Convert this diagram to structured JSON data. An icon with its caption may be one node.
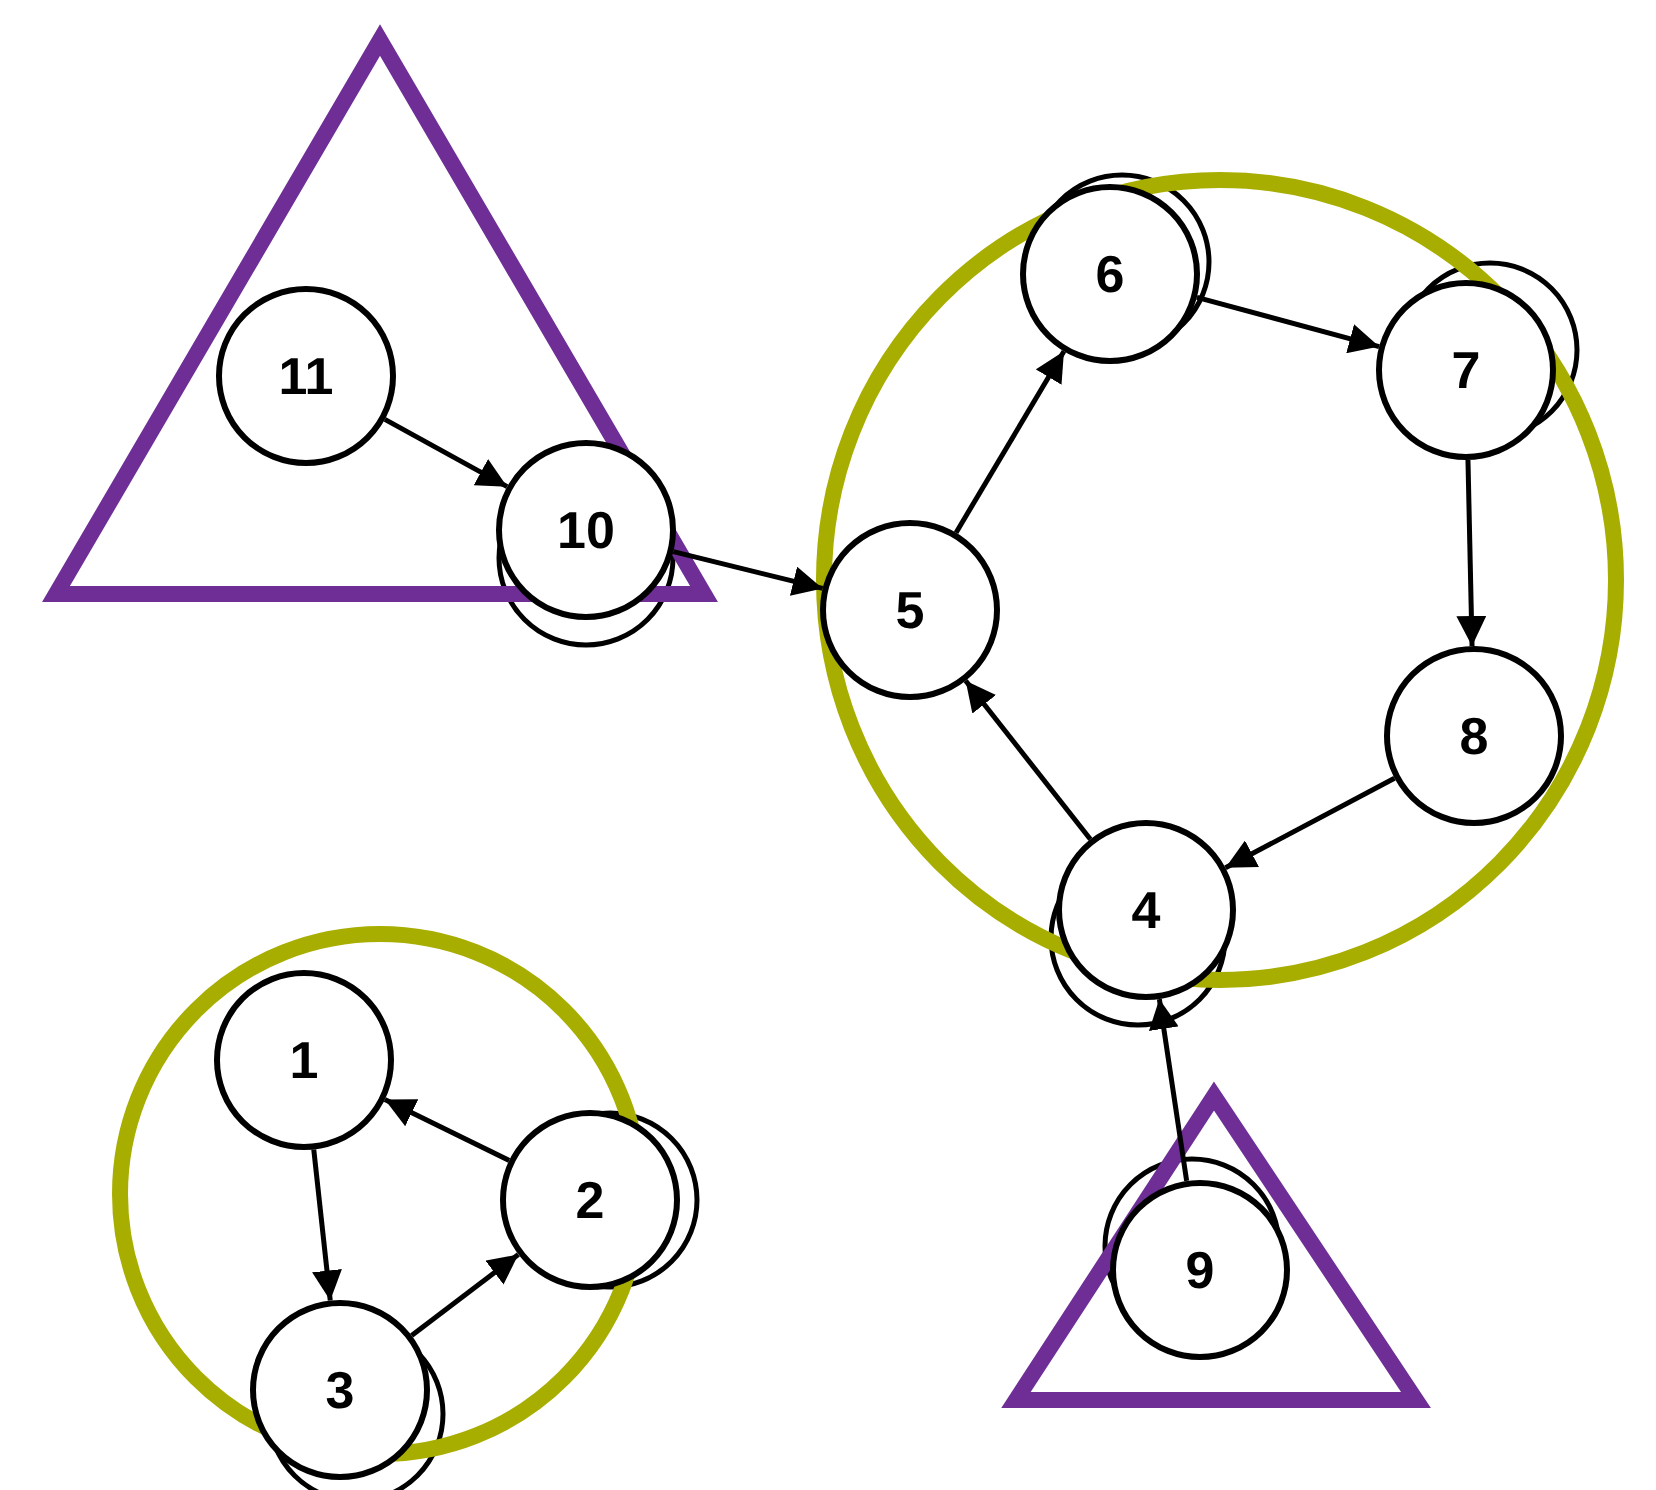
{
  "diagram": {
    "nodes": [
      {
        "text": [],
        "shape": "triangle"
      },
      {
        "text": [
          "11"
        ],
        "in": 0
      },
      {
        "text": [
          "10"
        ]
      },
      {
        "text": [],
        "shape": "circle"
      },
      {
        "text": [
          "6"
        ],
        "in": 3
      },
      {
        "text": [
          "7"
        ],
        "in": 3
      },
      {
        "text": [
          "5"
        ],
        "in": 3
      },
      {
        "text": [
          "8"
        ],
        "in": 3
      },
      {
        "text": [
          "4"
        ],
        "in": 3
      },
      {
        "text": [],
        "shape": "circle"
      },
      {
        "text": [
          "1"
        ],
        "in": 9
      },
      {
        "text": [
          "2"
        ]
      },
      {
        "text": [
          "3"
        ],
        "in": 9
      },
      {
        "text": [],
        "shape": "triangle"
      },
      {
        "text": [
          "9"
        ],
        "in": 13
      }
    ],
    "edges": [
      {
        "from": 1,
        "to": 2,
        "arrow": "to"
      },
      {
        "from": 2,
        "to": 6,
        "arrow": "to"
      },
      {
        "from": 6,
        "to": 4,
        "arrow": "to"
      },
      {
        "from": 4,
        "to": 5,
        "arrow": "to"
      },
      {
        "from": 5,
        "to": 7,
        "arrow": "to"
      },
      {
        "from": 7,
        "to": 8,
        "arrow": "to"
      },
      {
        "from": 8,
        "to": 6,
        "arrow": "to"
      },
      {
        "from": 14,
        "to": 8,
        "arrow": "to"
      },
      {
        "from": 10,
        "to": 12,
        "arrow": "to"
      },
      {
        "from": 12,
        "to": 11,
        "arrow": "to"
      },
      {
        "from": 11,
        "to": 10,
        "arrow": "to"
      }
    ]
  }
}
